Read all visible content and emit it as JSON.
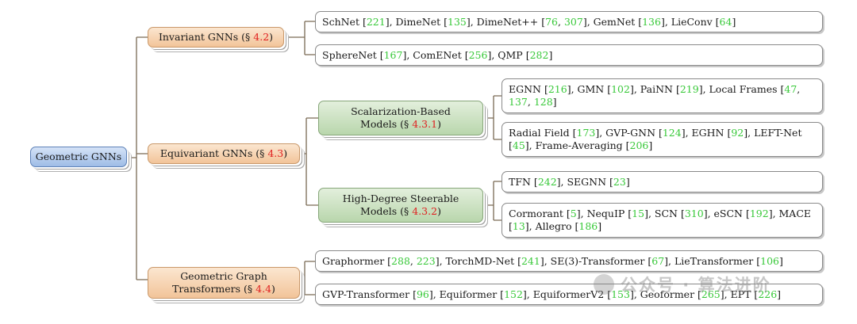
{
  "root": {
    "label": "Geometric GNNs"
  },
  "invariant": {
    "label": "Invariant GNNs (§ ",
    "sec": "4.2",
    "close": ")"
  },
  "equivariant": {
    "label": "Equivariant GNNs (§ ",
    "sec": "4.3",
    "close": ")"
  },
  "transformers": {
    "line1": "Geometric Graph",
    "line2": "Transformers (§ ",
    "sec": "4.4",
    "close": ")"
  },
  "scalarization": {
    "line1": "Scalarization-Based",
    "line2": "Models (§ ",
    "sec": "4.3.1",
    "close": ")"
  },
  "steerable": {
    "line1": "High-Degree Steerable",
    "line2": "Models (§ ",
    "sec": "4.3.2",
    "close": ")"
  },
  "leaves": {
    "inv1": [
      {
        "t": "SchNet ["
      },
      {
        "t": "221",
        "r": 1
      },
      {
        "t": "], DimeNet ["
      },
      {
        "t": "135",
        "r": 1
      },
      {
        "t": "], DimeNet++ ["
      },
      {
        "t": "76",
        "r": 1
      },
      {
        "t": ", "
      },
      {
        "t": "307",
        "r": 1
      },
      {
        "t": "], GemNet ["
      },
      {
        "t": "136",
        "r": 1
      },
      {
        "t": "], LieConv ["
      },
      {
        "t": "64",
        "r": 1
      },
      {
        "t": "]"
      }
    ],
    "inv2": [
      {
        "t": "SphereNet ["
      },
      {
        "t": "167",
        "r": 1
      },
      {
        "t": "], ComENet ["
      },
      {
        "t": "256",
        "r": 1
      },
      {
        "t": "], QMP ["
      },
      {
        "t": "282",
        "r": 1
      },
      {
        "t": "]"
      }
    ],
    "sc1": [
      {
        "t": "EGNN ["
      },
      {
        "t": "216",
        "r": 1
      },
      {
        "t": "], GMN ["
      },
      {
        "t": "102",
        "r": 1
      },
      {
        "t": "], PaiNN ["
      },
      {
        "t": "219",
        "r": 1
      },
      {
        "t": "], Local Frames ["
      },
      {
        "t": "47",
        "r": 1
      },
      {
        "t": ", "
      },
      {
        "t": "137",
        "r": 1
      },
      {
        "t": ", "
      },
      {
        "t": "128",
        "r": 1
      },
      {
        "t": "]"
      }
    ],
    "sc2": [
      {
        "t": "Radial Field ["
      },
      {
        "t": "173",
        "r": 1
      },
      {
        "t": "], GVP-GNN ["
      },
      {
        "t": "124",
        "r": 1
      },
      {
        "t": "], EGHN ["
      },
      {
        "t": "92",
        "r": 1
      },
      {
        "t": "], LEFT-Net ["
      },
      {
        "t": "45",
        "r": 1
      },
      {
        "t": "], Frame-Averaging ["
      },
      {
        "t": "206",
        "r": 1
      },
      {
        "t": "]"
      }
    ],
    "st1": [
      {
        "t": "TFN ["
      },
      {
        "t": "242",
        "r": 1
      },
      {
        "t": "], SEGNN ["
      },
      {
        "t": "23",
        "r": 1
      },
      {
        "t": "]"
      }
    ],
    "st2": [
      {
        "t": "Cormorant ["
      },
      {
        "t": "5",
        "r": 1
      },
      {
        "t": "],  NequIP ["
      },
      {
        "t": "15",
        "r": 1
      },
      {
        "t": "], SCN ["
      },
      {
        "t": "310",
        "r": 1
      },
      {
        "t": "], eSCN ["
      },
      {
        "t": "192",
        "r": 1
      },
      {
        "t": "], MACE ["
      },
      {
        "t": "13",
        "r": 1
      },
      {
        "t": "], Allegro ["
      },
      {
        "t": "186",
        "r": 1
      },
      {
        "t": "]"
      }
    ],
    "tr1": [
      {
        "t": "Graphormer ["
      },
      {
        "t": "288",
        "r": 1
      },
      {
        "t": ", "
      },
      {
        "t": "223",
        "r": 1
      },
      {
        "t": "], TorchMD-Net ["
      },
      {
        "t": "241",
        "r": 1
      },
      {
        "t": "], SE(3)-Transformer ["
      },
      {
        "t": "67",
        "r": 1
      },
      {
        "t": "], LieTransformer ["
      },
      {
        "t": "106",
        "r": 1
      },
      {
        "t": "]"
      }
    ],
    "tr2": [
      {
        "t": "GVP-Transformer ["
      },
      {
        "t": "96",
        "r": 1
      },
      {
        "t": "], Equiformer ["
      },
      {
        "t": "152",
        "r": 1
      },
      {
        "t": "], EquiformerV2 ["
      },
      {
        "t": "153",
        "r": 1
      },
      {
        "t": "], Geoformer ["
      },
      {
        "t": "265",
        "r": 1
      },
      {
        "t": "], EPT ["
      },
      {
        "t": "226",
        "r": 1
      },
      {
        "t": "]"
      }
    ]
  },
  "watermark": {
    "text": "公众号 · 算法进阶"
  },
  "colors": {
    "ref": "#39c93a",
    "section": "#e02020",
    "root": "#9ebce6",
    "category": "#f2c499",
    "sub": "#b9d6ac"
  }
}
